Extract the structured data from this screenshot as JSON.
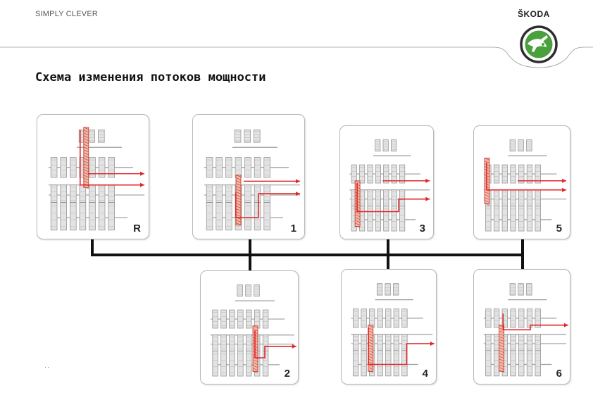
{
  "header": {
    "tagline": "SIMPLY CLEVER",
    "brand": "ŠKODA",
    "logo_icon": "skoda-winged-arrow-logo",
    "brand_green": "#4aa03c"
  },
  "title": "Схема изменения потоков мощности",
  "accent_color": "#e0262a",
  "gears": [
    {
      "label": "R"
    },
    {
      "label": "1"
    },
    {
      "label": "3"
    },
    {
      "label": "5"
    },
    {
      "label": "2"
    },
    {
      "label": "4"
    },
    {
      "label": "6"
    }
  ],
  "slide_mark": "' '"
}
